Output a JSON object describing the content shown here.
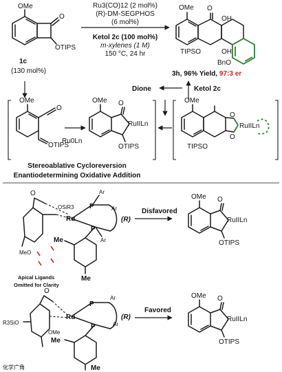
{
  "top_reaction": {
    "sm_label": "1c",
    "sm_amount": "(130 mol%)",
    "sm_ome": "OMe",
    "sm_otips": "OTIPS",
    "sm_o": "O",
    "conditions": [
      "Ru3(CO)12 (2 mol%)",
      "(R)-DM-SEGPHOS",
      "(6 mol%)",
      "Ketol 2c (100 mol%)",
      "m-xylenes (1 M)",
      "150 °C, 24 hr"
    ],
    "product_ome": "OMe",
    "product_oh1": "OH",
    "product_oh2": "OH",
    "product_tipso": "TIPSO",
    "product_bno": "BnO",
    "product_o": "O",
    "result_prefix": "3h, 96% Yield, ",
    "result_er": "97:3 er",
    "dione": "Dione",
    "ketol": "Ketol 2c"
  },
  "mechanism": {
    "ketene_ome": "OMe",
    "ketene_o": "O",
    "ketene_otips": "OTIPS",
    "ru0": "Ru0Ln",
    "rh_ome": "OMe",
    "rh_o": "O",
    "rh_ru": "RuIILn",
    "rh_otips": "OTIPS",
    "cx_ome": "OMe",
    "cx_o1": "O",
    "cx_o2": "O",
    "cx_ru": "RuIILn",
    "cx_tipso": "TIPSO",
    "caption1": "Stereoablative Cycloreversion",
    "caption2": "Enantiodetermining Oxidative Addition"
  },
  "models": {
    "disfavored_label": "Disfavored",
    "favored_label": "Favored",
    "r_label": "(R)",
    "apical_note1": "Apical Ligands",
    "apical_note2": "Omitted for Clarity",
    "osir3": "OSiR3",
    "r3sio": "R3SiO",
    "meo": "MeO",
    "ome": "OMe",
    "me": "Me",
    "ar": "Ar",
    "p": "P",
    "ru": "Ru",
    "o": "O",
    "prod_ome": "OMe",
    "prod_o": "O",
    "prod_ru": "RuIILn",
    "prod_otips": "OTIPS"
  },
  "watermark": "化学广角",
  "colors": {
    "bond": "#1a1a1a",
    "highlight_green": "#2e7d32",
    "clash_red": "#c62828",
    "er_red": "#c62828"
  }
}
